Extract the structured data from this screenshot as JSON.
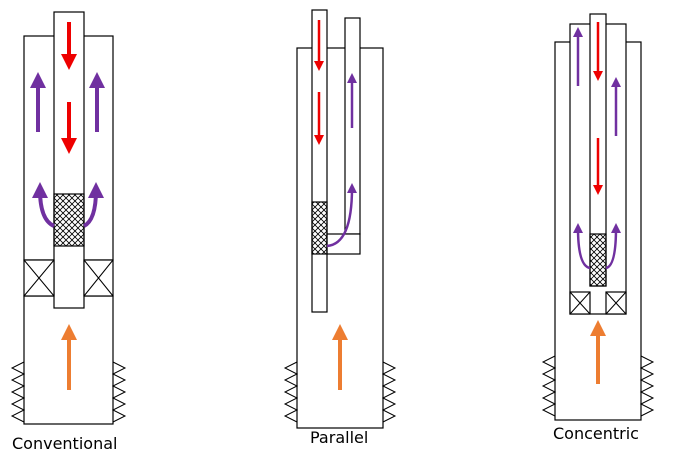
{
  "labels": {
    "conventional": "Conventional",
    "parallel": "Parallel",
    "concentric": "Concentric"
  },
  "colors": {
    "red_arrow": "#ee0000",
    "purple_arrow": "#7030a0",
    "orange_arrow": "#ed7d31",
    "outline": "#000000"
  },
  "icons": {
    "packer": "crossed-box",
    "pump_intake": "crosshatch-screen",
    "perforations": "zigzag-marks"
  }
}
